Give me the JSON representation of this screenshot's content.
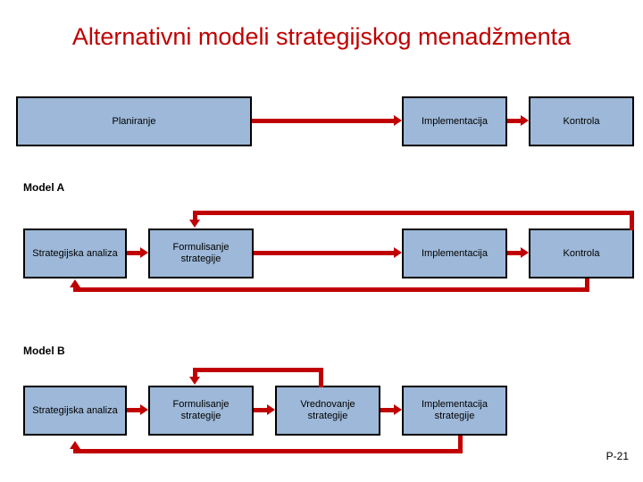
{
  "slide": {
    "title": "Alternativni modeli strategijskog menadžmenta",
    "page_number": "P-21",
    "accent_color": "#c00000",
    "box_fill": "#9db8d8",
    "box_border": "#000000"
  },
  "sections": [
    {
      "label": "Model A"
    },
    {
      "label": "Model B"
    }
  ],
  "rows": {
    "top": {
      "boxes": [
        {
          "label": "Planiranje"
        },
        {
          "label": "Implementacija"
        },
        {
          "label": "Kontrola"
        }
      ]
    },
    "model_a": {
      "boxes": [
        {
          "label": "Strategijska analiza"
        },
        {
          "label": "Formulisanje strategije"
        },
        {
          "label": "Implementacija"
        },
        {
          "label": "Kontrola"
        }
      ]
    },
    "model_b": {
      "boxes": [
        {
          "label": "Strategijska analiza"
        },
        {
          "label": "Formulisanje strategije"
        },
        {
          "label": "Vrednovanje strategije"
        },
        {
          "label": "Implementacija strategije"
        }
      ]
    }
  }
}
